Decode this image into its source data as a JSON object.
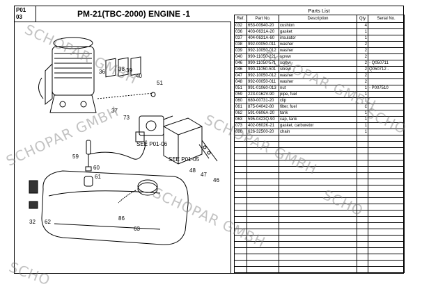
{
  "header": {
    "code_line1": "P01",
    "code_line2": "03",
    "title": "PM-21(TBC-2000) ENGINE -1"
  },
  "parts_list": {
    "title": "Parts List",
    "columns": [
      "Ref.",
      "Part No.",
      "Description",
      "Qty",
      "Serial No."
    ],
    "rows": [
      [
        "032",
        "653-00940-20",
        "cushion",
        "4",
        ""
      ],
      [
        "036",
        "403-0631A-20",
        "gasket",
        "1",
        ""
      ],
      [
        "037",
        "404-0631A-60",
        "insulator",
        "1",
        ""
      ],
      [
        "038",
        "992-00050-011",
        "washer",
        "2",
        ""
      ],
      [
        "039",
        "992-10050-012",
        "washer",
        "2",
        ""
      ],
      [
        "040",
        "990-11050-221",
        "screw",
        "2",
        ""
      ],
      [
        "046",
        "990-11050-571",
        "screw",
        "2",
        "- Q050711"
      ],
      [
        "046",
        "990-11050-501",
        "screw",
        "2",
        "Q050712 -"
      ],
      [
        "047",
        "992-10050-012",
        "washer",
        "2",
        ""
      ],
      [
        "048",
        "992-00050-011",
        "washer",
        "2",
        ""
      ],
      [
        "051",
        "991-01060-013",
        "nut",
        "1",
        "- P007510"
      ],
      [
        "059",
        "223-0162V-90",
        "pipe, fuel",
        "1",
        ""
      ],
      [
        "060",
        "680-00731-20",
        "clip",
        "1",
        ""
      ],
      [
        "061",
        "875-04042-80",
        "filter, fuel",
        "1",
        ""
      ],
      [
        "062",
        "591-0606A-20",
        "tank",
        "1",
        ""
      ],
      [
        "063",
        "595-0423Q-90",
        "cap, tank",
        "1",
        ""
      ],
      [
        "073",
        "402-0602K-21",
        "gasket, carburetor",
        "1",
        ""
      ],
      [
        "086",
        "626-32500-20",
        "chain",
        "1",
        ""
      ]
    ],
    "empty_rows": 22
  },
  "diagram": {
    "callouts": [
      "36",
      "38",
      "39",
      "40",
      "51",
      "37",
      "73",
      "59",
      "60",
      "61",
      "48",
      "47",
      "46",
      "32",
      "62",
      "86",
      "63"
    ],
    "see_refs": [
      "SEE P01-06",
      "SEE P01-05"
    ]
  },
  "watermark": {
    "text": "SCHOPAR GMBH",
    "text_short": "SCHO"
  },
  "colors": {
    "line": "#000000",
    "watermark": "#8c8c8c"
  }
}
